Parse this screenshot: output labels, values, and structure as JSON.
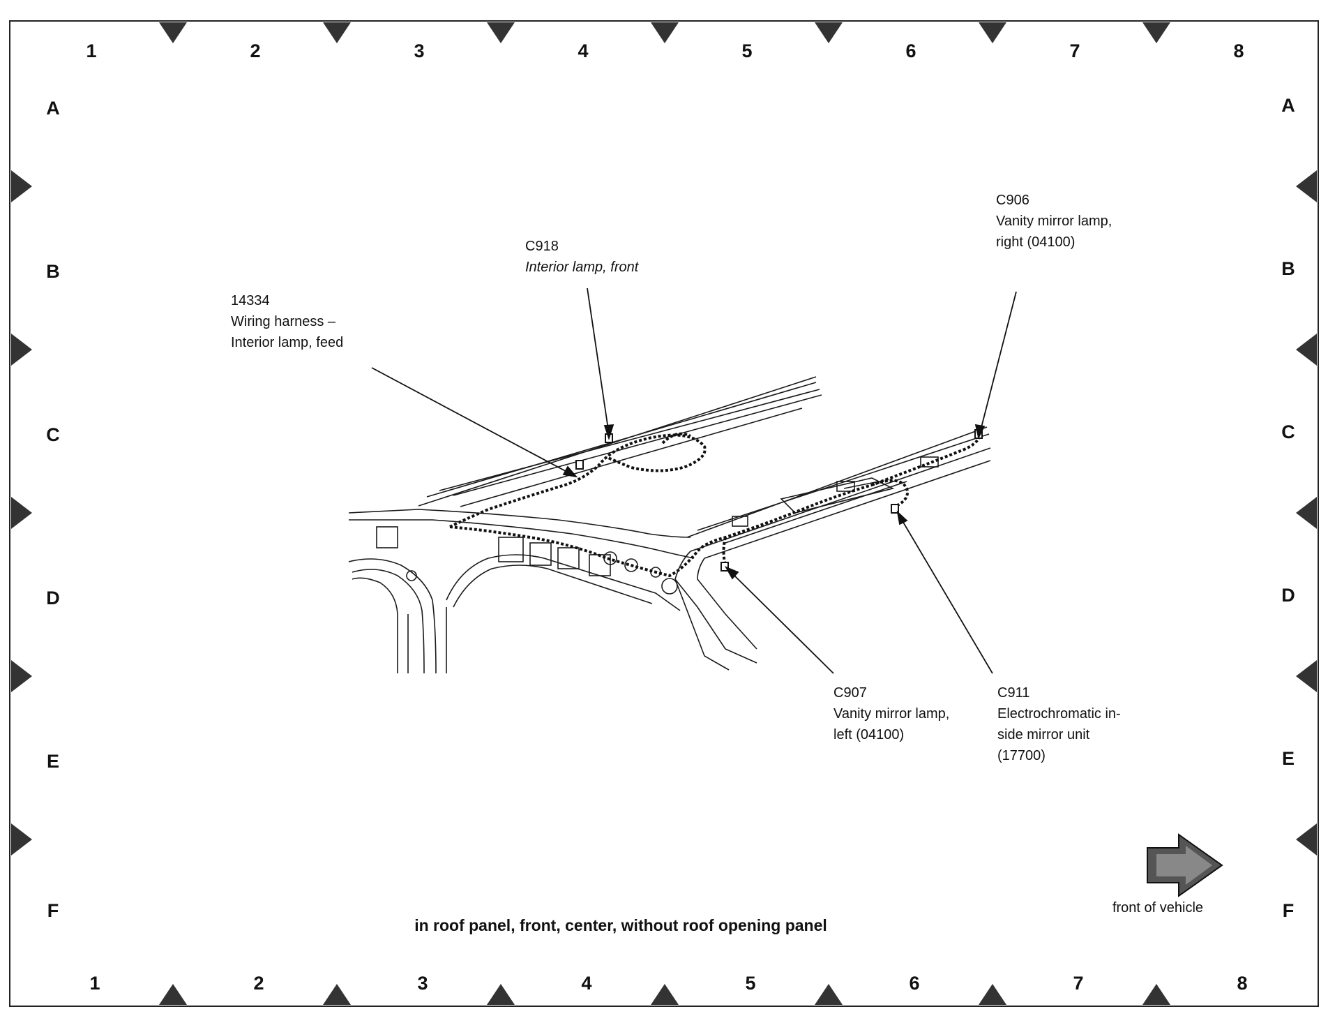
{
  "columns": [
    "1",
    "2",
    "3",
    "4",
    "5",
    "6",
    "7",
    "8"
  ],
  "rows": [
    "A",
    "B",
    "C",
    "D",
    "E",
    "F"
  ],
  "callouts": {
    "c918": {
      "id": "C918",
      "desc1": "Interior lamp, front"
    },
    "h14334": {
      "id": "14334",
      "desc1": "Wiring harness –",
      "desc2": "Interior lamp, feed"
    },
    "c906": {
      "id": "C906",
      "desc1": "Vanity mirror lamp,",
      "desc2": "right (04100)"
    },
    "c907": {
      "id": "C907",
      "desc1": "Vanity mirror lamp,",
      "desc2": "left (04100)"
    },
    "c911": {
      "id": "C911",
      "desc1": "Electrochromatic in-",
      "desc2": "side mirror unit",
      "desc3": "(17700)"
    }
  },
  "caption": "in roof panel, front, center, without roof opening panel",
  "front_label": "front of vehicle",
  "colors": {
    "line": "#1a1a1a",
    "marker": "#333333"
  }
}
